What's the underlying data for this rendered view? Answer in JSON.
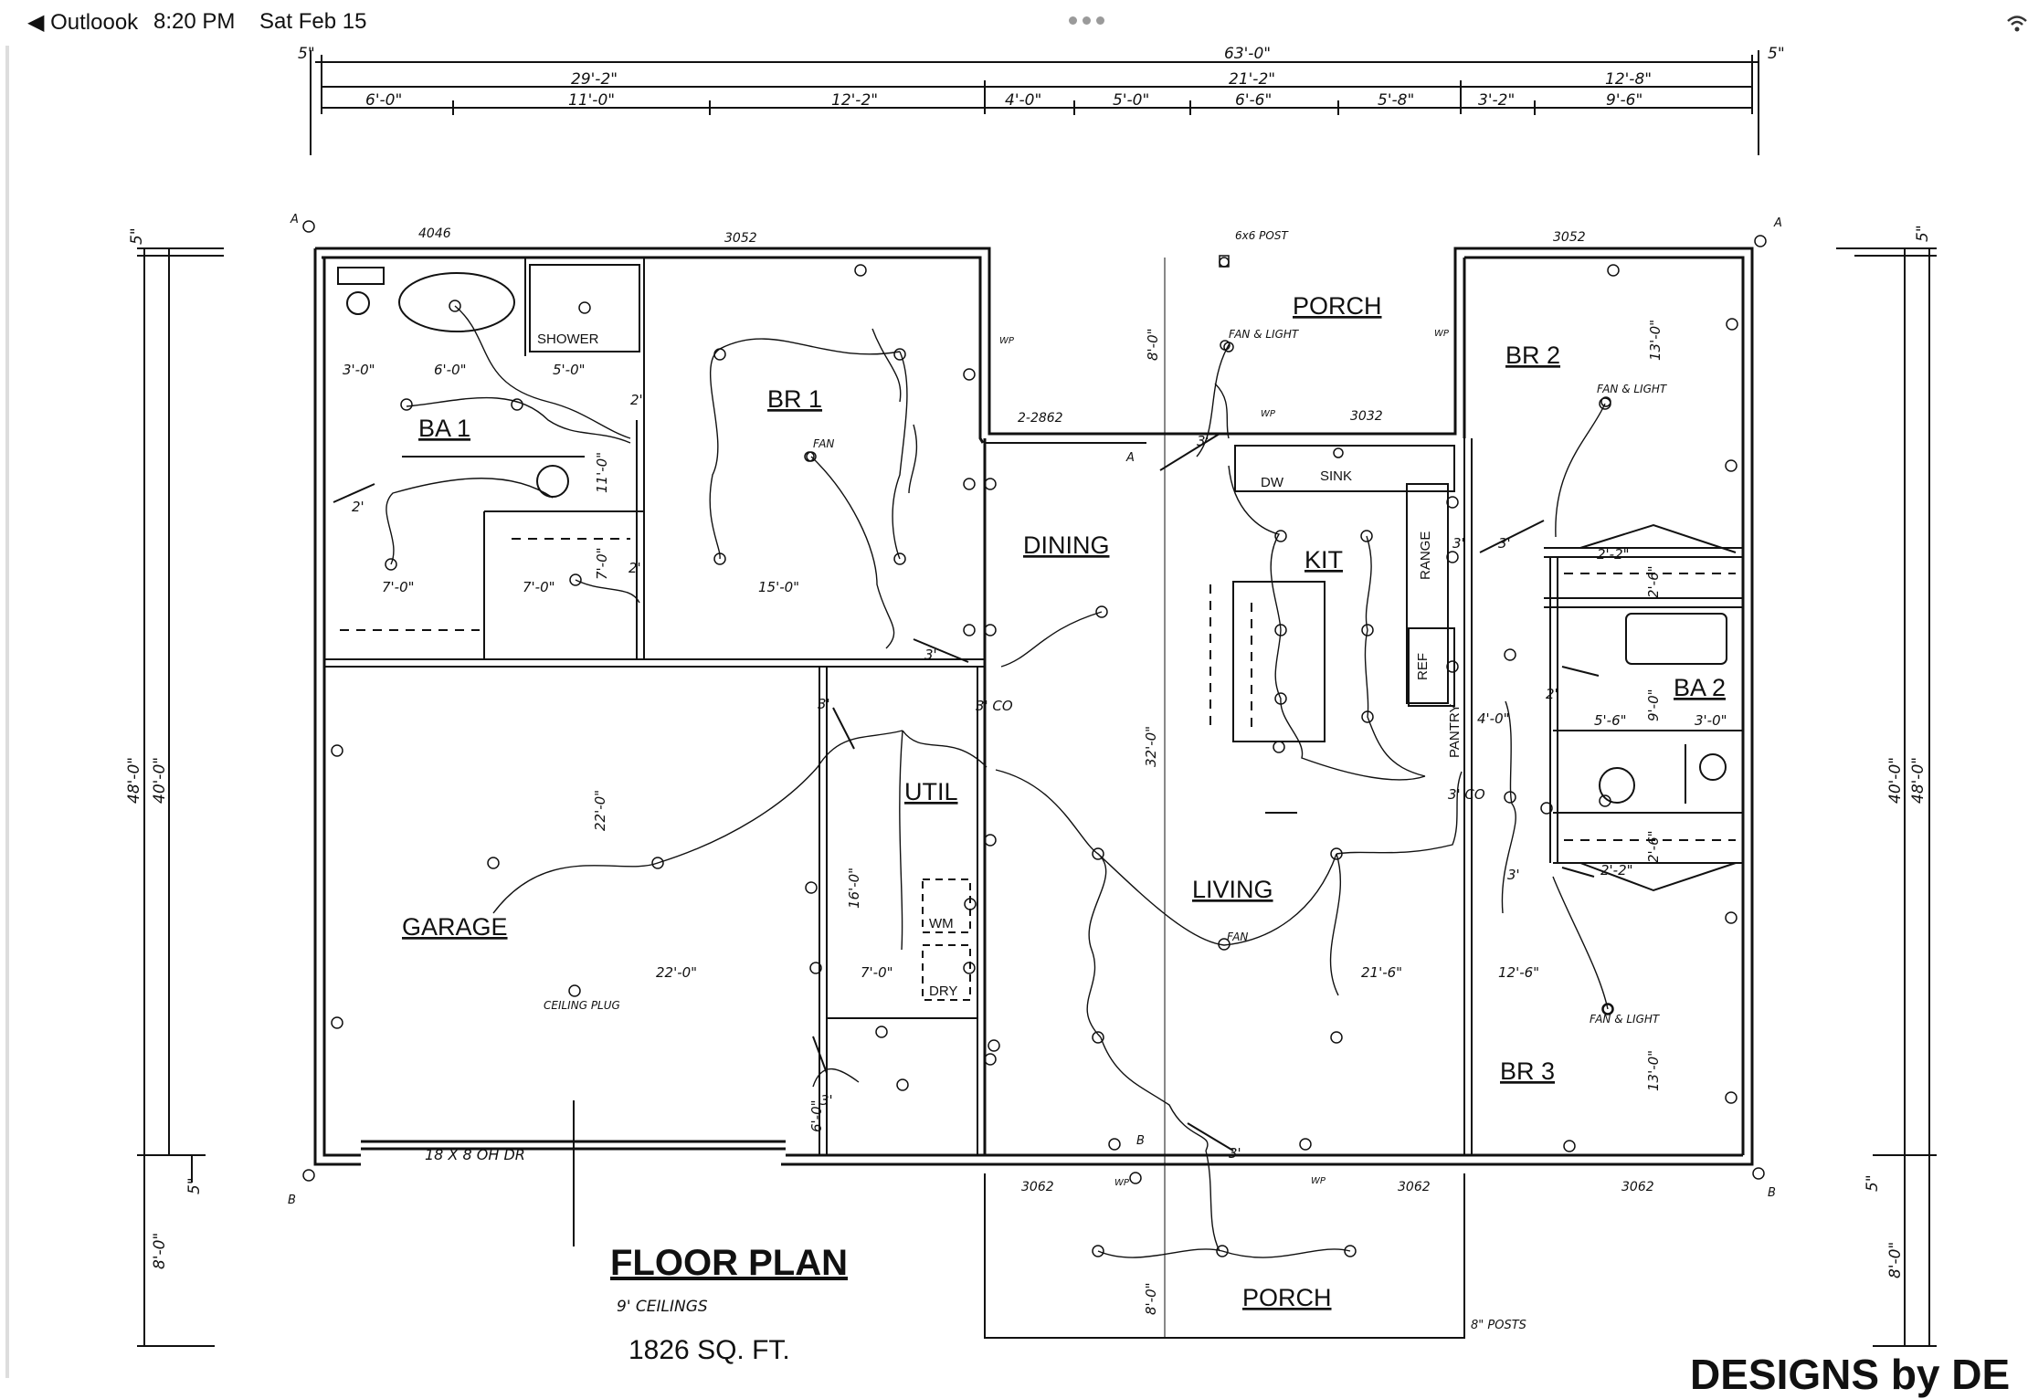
{
  "status_bar": {
    "back_app": "◀ Outloook",
    "time": "8:20 PM",
    "date": "Sat Feb 15"
  },
  "colors": {
    "ink": "#111111",
    "paper": "#ffffff",
    "status_dots": "#9a9a9a"
  },
  "icons": [
    "back-arrow-icon",
    "more-dots-icon",
    "wifi-icon"
  ],
  "plan": {
    "title": "FLOOR PLAN",
    "ceilings_note": "9' CEILINGS",
    "area": "1826 SQ. FT.",
    "brand": "DESIGNS by DE",
    "rooms": {
      "porch_front": "PORCH",
      "porch_back": "PORCH",
      "br1": "BR 1",
      "br2": "BR 2",
      "br3": "BR 3",
      "ba1": "BA 1",
      "ba2": "BA 2",
      "dining": "DINING",
      "kit": "KIT",
      "util": "UTIL",
      "living": "LIVING",
      "garage": "GARAGE"
    },
    "fixtures": {
      "shower": "SHOWER",
      "sink": "SINK",
      "dw": "DW",
      "range": "RANGE",
      "ref": "REF",
      "pantry": "PANTRY",
      "wm": "WM",
      "dry": "DRY",
      "fan": "FAN",
      "fan_light_1": "FAN & LIGHT",
      "fan_light_2": "FAN & LIGHT",
      "fan_light_3": "FAN & LIGHT",
      "ceiling_plug": "CEILING PLUG",
      "garage_door": "18 X 8 OH DR",
      "post": "6x6 POST",
      "posts": "8\" POSTS"
    },
    "windows": {
      "w4046": "4046",
      "w3052a": "3052",
      "w3052b": "3052",
      "w3032": "3032",
      "w2862": "2-2862",
      "w3062a": "3062",
      "w3062b": "3062",
      "w3062c": "3062"
    },
    "top_dims": {
      "overall": "63'-0\"",
      "left_offset": "5\"",
      "right_offset": "5\"",
      "seg_a": "29'-2\"",
      "seg_b": "21'-2\"",
      "seg_c": "12'-8\"",
      "d1": "6'-0\"",
      "d2": "11'-0\"",
      "d3": "12'-2\"",
      "d4": "4'-0\"",
      "d5": "5'-0\"",
      "d6": "6'-6\"",
      "d7": "5'-8\"",
      "d8": "3'-2\"",
      "d9": "9'-6\""
    },
    "side_dims": {
      "left_total": "48'-0\"",
      "left_main": "40'-0\"",
      "left_5": "5\"",
      "left_5b": "5\"",
      "left_porch": "8'-0\"",
      "right_total": "48'-0\"",
      "right_main": "40'-0\"",
      "right_5": "5\"",
      "right_5b": "5\"",
      "right_porch": "8'-0\""
    },
    "interior_dims": {
      "ba1_3": "3'-0\"",
      "ba1_6": "6'-0\"",
      "ba1_5": "5'-0\"",
      "ba1_11": "11'-0\"",
      "ba1_7a": "7'-0\"",
      "ba1_7b": "7'-0\"",
      "ba1_7c": "7'-0\"",
      "br1_15": "15'-0\"",
      "garage_22v": "22'-0\"",
      "garage_22h": "22'-0\"",
      "util_16": "16'-0\"",
      "util_7": "7'-0\"",
      "util_6": "6'-0\"",
      "living_32": "32'-0\"",
      "living_21": "21'-6\"",
      "porch_8a": "8'-0\"",
      "porch_8b": "8'-0\"",
      "br2_13": "13'-0\"",
      "br3_13": "13'-0\"",
      "br3_12": "12'-6\"",
      "ba2_9": "9'-0\"",
      "ba2_4": "4'-0\"",
      "ba2_55": "5'-6\"",
      "ba2_3": "3'-0\"",
      "clo_22a": "2'-2\"",
      "clo_22b": "2'-2\"",
      "clo_21a": "2'-6\"",
      "clo_21b": "2'-6\"",
      "door_2a": "2'",
      "door_2b": "2'",
      "door_2c": "2'",
      "door_2d": "2'",
      "door_3a": "3'",
      "door_3b": "3'",
      "door_3c": "3'",
      "door_3d": "3'",
      "door_3e": "3'",
      "door_3f": "3'",
      "door_3g": "3'",
      "door_3h": "3'",
      "co_a": "3' CO",
      "co_b": "3' CO"
    },
    "corner_marks": {
      "a_left": "A",
      "a_right": "A",
      "b_left": "B",
      "b_right": "B",
      "a_mid": "A",
      "b_mid": "B"
    },
    "switch_labels": {
      "wp1": "WP",
      "wp2": "WP",
      "wp3": "WP",
      "wp4": "WP",
      "wp5": "WP"
    }
  }
}
